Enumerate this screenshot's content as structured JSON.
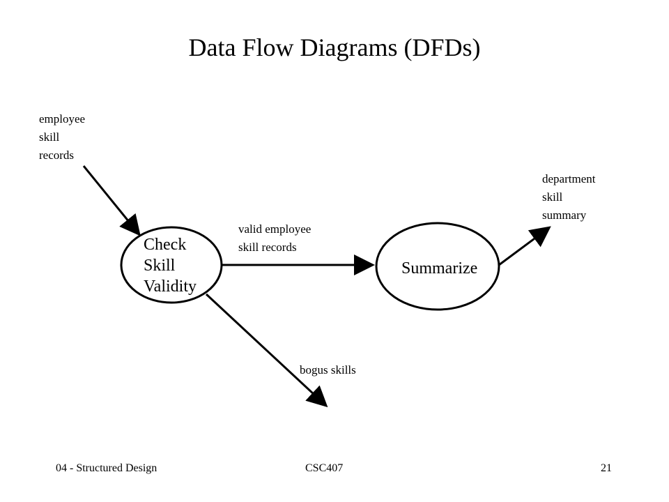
{
  "slide": {
    "title": "Data Flow Diagrams (DFDs)"
  },
  "processes": {
    "check": {
      "lines": [
        "Check",
        "Skill",
        "Validity"
      ]
    },
    "summarize": {
      "label": "Summarize"
    }
  },
  "flows": {
    "input": {
      "lines": [
        "employee",
        "skill",
        "records"
      ]
    },
    "valid": {
      "lines": [
        "valid employee",
        "skill records"
      ]
    },
    "output": {
      "lines": [
        "department",
        "skill",
        "summary"
      ]
    },
    "bogus": {
      "label": "bogus skills"
    }
  },
  "footer": {
    "left": "04 - Structured Design",
    "center": "CSC407",
    "right": "21"
  }
}
